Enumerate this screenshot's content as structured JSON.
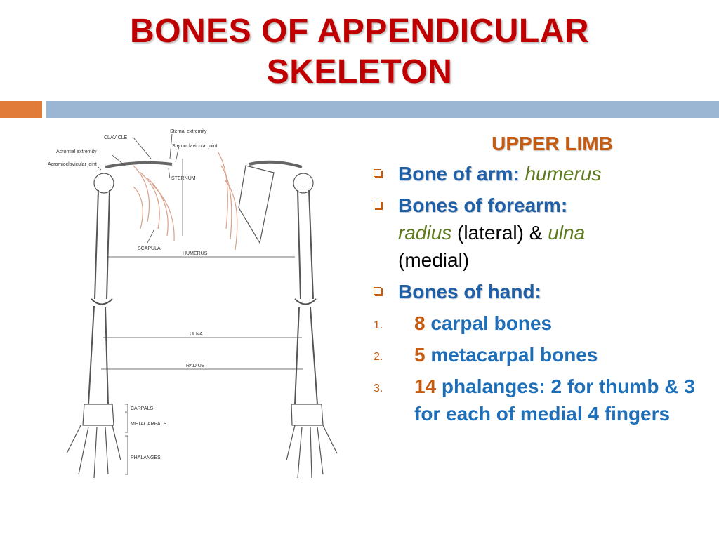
{
  "slide": {
    "title_line1": "BONES OF APPENDICULAR",
    "title_line2": "SKELETON"
  },
  "figure": {
    "labels": {
      "clavicle": "CLAVICLE",
      "sternal_extremity": "Sternal extremity",
      "acromial_extremity": "Acromial extremity",
      "sternoclavicular_joint": "Sternoclavicular joint",
      "acromioclavicular_joint": "Acromioclavicular joint",
      "sternum": "STERNUM",
      "scapula": "SCAPULA",
      "humerus": "HUMERUS",
      "ulna": "ULNA",
      "radius": "RADIUS",
      "carpals": "CARPALS",
      "metacarpals": "METACARPALS",
      "phalanges": "PHALANGES"
    }
  },
  "content": {
    "heading": "UPPER LIMB",
    "bullets": [
      {
        "label": "Bone of arm:",
        "value": " humerus"
      },
      {
        "label": "Bones of forearm:",
        "radius": "radius",
        "lateral": " (lateral) & ",
        "ulna": "ulna",
        "medial": " (medial)"
      },
      {
        "label": "Bones of hand:"
      }
    ],
    "numbered": [
      {
        "marker": "1.",
        "count": "8",
        "text": " carpal bones"
      },
      {
        "marker": "2.",
        "count": "5",
        "text": " metacarpal bones"
      },
      {
        "marker": "3.",
        "count": "14",
        "text": " phalanges: 2 for thumb & 3 for each of medial 4 fingers"
      }
    ]
  }
}
